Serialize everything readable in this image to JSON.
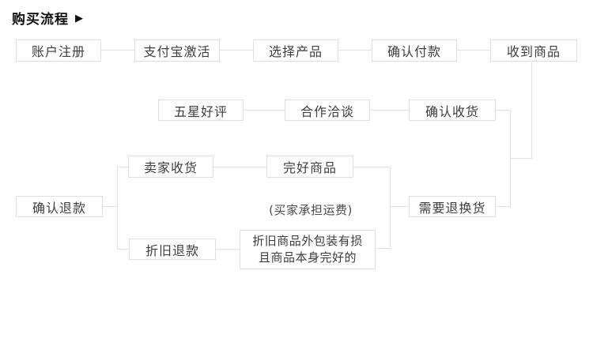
{
  "title": {
    "text": "购买流程",
    "arrow": "▶"
  },
  "colors": {
    "background": "#ffffff",
    "box_border": "#e0e0e0",
    "connector_line": "#e3e3e3",
    "box_text": "#3d3d3d",
    "title_text": "#111111"
  },
  "nodes": [
    {
      "id": "account-register",
      "label": "账户注册"
    },
    {
      "id": "alipay-activate",
      "label": "支付宝激活"
    },
    {
      "id": "select-product",
      "label": "选择产品"
    },
    {
      "id": "confirm-payment",
      "label": "确认付款"
    },
    {
      "id": "receive-goods",
      "label": "收到商品"
    },
    {
      "id": "five-star-review",
      "label": "五星好评"
    },
    {
      "id": "cooperation-talk",
      "label": "合作洽谈"
    },
    {
      "id": "confirm-receipt",
      "label": "确认收货"
    },
    {
      "id": "seller-receives",
      "label": "卖家收货"
    },
    {
      "id": "intact-goods",
      "label": "完好商品"
    },
    {
      "id": "confirm-refund",
      "label": "确认退款"
    },
    {
      "id": "need-return-exchange",
      "label": "需要退换货"
    },
    {
      "id": "depreciation-refund",
      "label": "折旧退款"
    },
    {
      "id": "damaged-packaging",
      "label": "折旧商品外包装有损\n且商品本身完好的"
    }
  ],
  "note": {
    "freight": "(买家承担运费)"
  }
}
